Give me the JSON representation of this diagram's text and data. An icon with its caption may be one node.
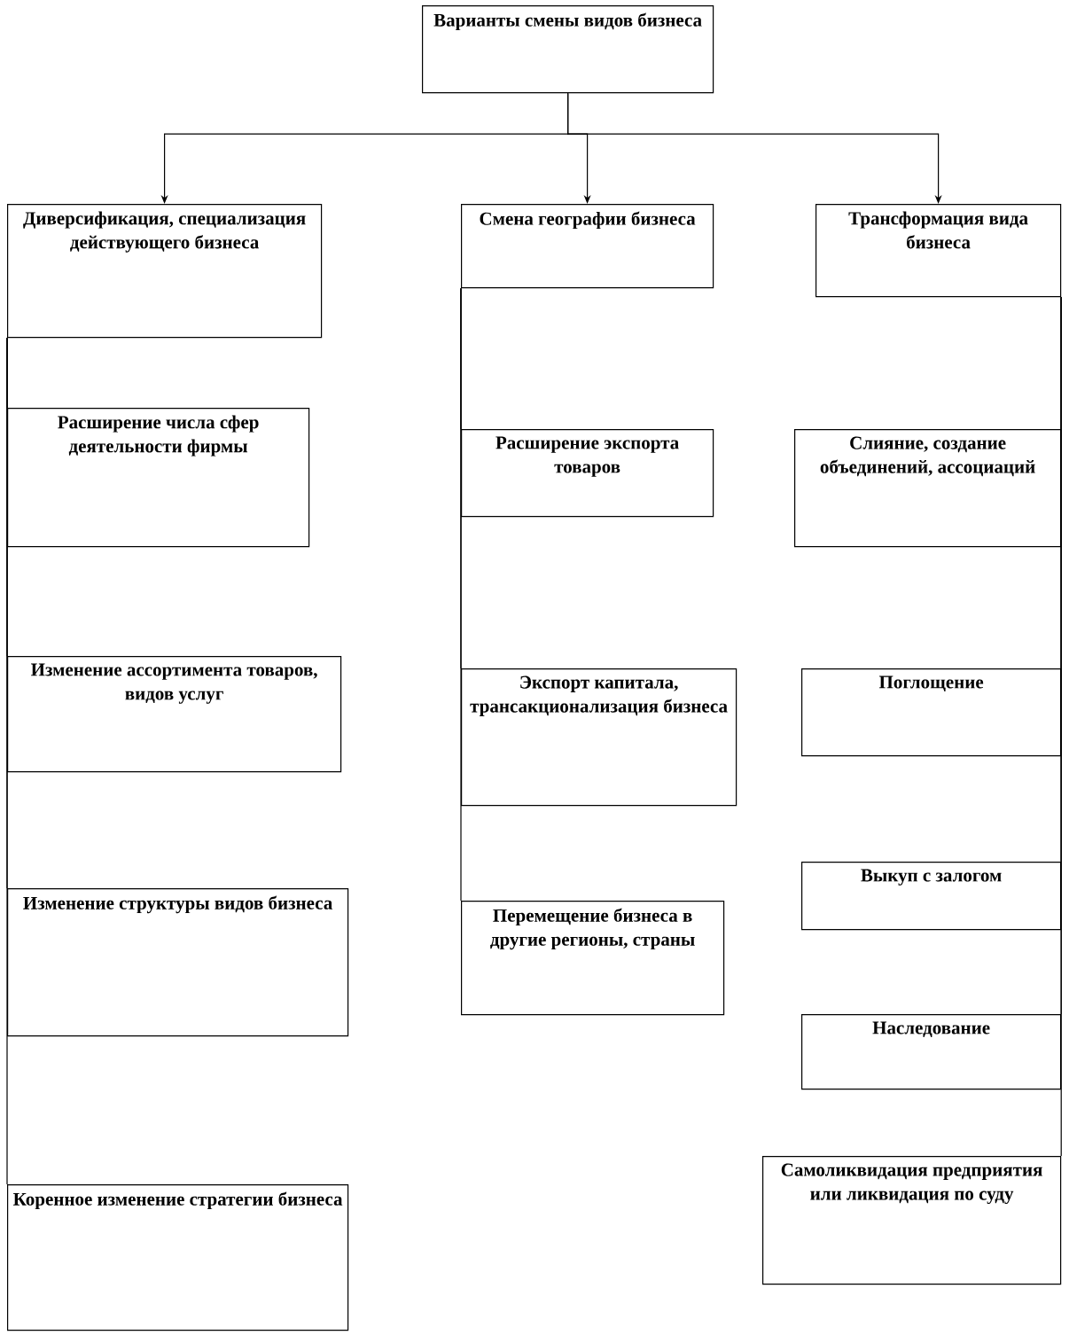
{
  "diagram": {
    "nodes": [
      {
        "text": [
          "Варианты смены видов бизнеса"
        ]
      },
      {
        "text": [
          "Диверсификация, специализация действующего бизнеса"
        ]
      },
      {
        "text": [
          "Смена географии бизнеса"
        ]
      },
      {
        "text": [
          "Трансформация вида бизнеса"
        ]
      },
      {
        "text": [
          "Расширение числа сфер деятельности фирмы"
        ]
      },
      {
        "text": [
          "Изменение ассортимента товаров, видов услуг"
        ]
      },
      {
        "text": [
          "Изменение структуры видов бизнеса"
        ]
      },
      {
        "text": [
          "Коренное изменение стратегии бизнеса"
        ]
      },
      {
        "text": [
          "Расширение экспорта товаров"
        ]
      },
      {
        "text": [
          "Экспорт капитала, трансакционализация бизнеса"
        ]
      },
      {
        "text": [
          "Перемещение бизнеса в другие регионы, страны"
        ]
      },
      {
        "text": [
          "Слияние, создание объединений, ассоциаций"
        ]
      },
      {
        "text": [
          "Поглощение"
        ]
      },
      {
        "text": [
          "Выкуп с залогом"
        ]
      },
      {
        "text": [
          "Наследование"
        ]
      },
      {
        "text": [
          "Самоликвидация предприятия или ликвидация по суду"
        ]
      }
    ],
    "edges": [
      {
        "from": 0,
        "to": 1,
        "arrow": "to"
      },
      {
        "from": 0,
        "to": 2,
        "arrow": "to"
      },
      {
        "from": 0,
        "to": 3,
        "arrow": "to"
      },
      {
        "from": 1,
        "to": 4,
        "arrow": "none"
      },
      {
        "from": 1,
        "to": 5,
        "arrow": "none"
      },
      {
        "from": 1,
        "to": 6,
        "arrow": "none"
      },
      {
        "from": 1,
        "to": 7,
        "arrow": "none"
      },
      {
        "from": 2,
        "to": 8,
        "arrow": "none"
      },
      {
        "from": 2,
        "to": 9,
        "arrow": "none"
      },
      {
        "from": 2,
        "to": 10,
        "arrow": "none"
      },
      {
        "from": 3,
        "to": 11,
        "arrow": "none"
      },
      {
        "from": 3,
        "to": 12,
        "arrow": "none"
      },
      {
        "from": 3,
        "to": 13,
        "arrow": "none"
      },
      {
        "from": 3,
        "to": 14,
        "arrow": "none"
      },
      {
        "from": 3,
        "to": 15,
        "arrow": "none"
      }
    ]
  }
}
